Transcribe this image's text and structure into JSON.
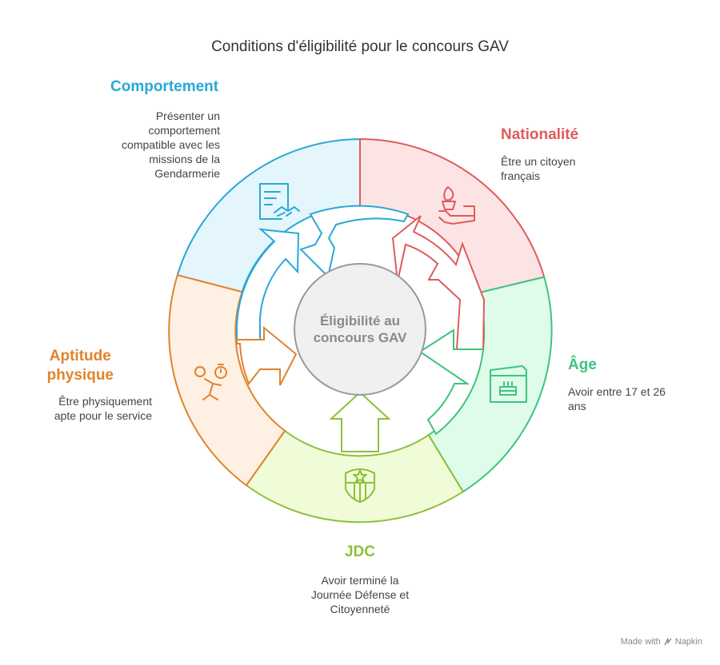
{
  "title": "Conditions d'éligibilité pour le concours GAV",
  "center": {
    "line1": "Éligibilité au",
    "line2": "concours GAV"
  },
  "segments": {
    "comportement": {
      "title": "Comportement",
      "desc": [
        "Présenter un",
        "comportement",
        "compatible avec les",
        "missions de la",
        "Gendarmerie"
      ],
      "color": "#29a8d6",
      "fill": "#e4f6fc",
      "icon": "contract-handshake-icon"
    },
    "nationalite": {
      "title": "Nationalité",
      "desc": [
        "Être un citoyen",
        "français"
      ],
      "color": "#e05a5a",
      "fill": "#fde4e4",
      "icon": "hand-holding-torch-icon"
    },
    "age": {
      "title": "Âge",
      "desc": [
        "Avoir entre 17 et 26",
        "ans"
      ],
      "color": "#3dc47e",
      "fill": "#dffbea",
      "icon": "birthday-cake-card-icon"
    },
    "jdc": {
      "title": "JDC",
      "desc": [
        "Avoir terminé la",
        "Journée Défense et",
        "Citoyenneté"
      ],
      "color": "#8dc03c",
      "fill": "#f0fcd8",
      "icon": "star-shield-icon"
    },
    "aptitude": {
      "title": [
        "Aptitude",
        "physique"
      ],
      "desc": [
        "Être physiquement",
        "apte pour le service"
      ],
      "color": "#e0832e",
      "fill": "#fef0e2",
      "icon": "runner-stopwatch-icon"
    }
  },
  "footer": {
    "made_with": "Made with",
    "brand": "Napkin"
  }
}
